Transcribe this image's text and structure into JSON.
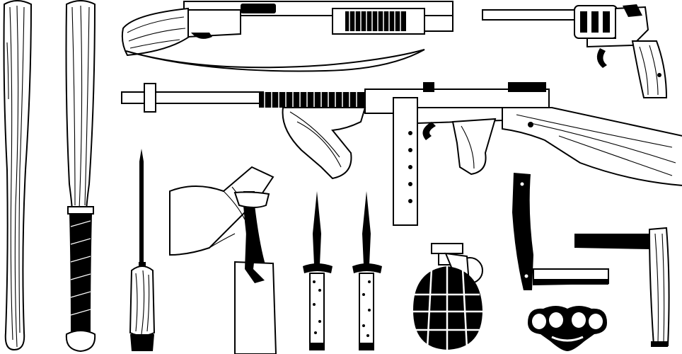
{
  "title": "",
  "colors": {
    "ink": "#000000",
    "paper": "#ffffff"
  },
  "items": [
    {
      "id": "baseball-bat",
      "icon": "baseball-bat-icon"
    },
    {
      "id": "spiked-bat",
      "icon": "taped-bat-icon"
    },
    {
      "id": "pump-shotgun",
      "icon": "pump-shotgun-icon"
    },
    {
      "id": "revolver",
      "icon": "revolver-icon"
    },
    {
      "id": "tommy-gun",
      "icon": "tommy-gun-icon"
    },
    {
      "id": "ice-pick",
      "icon": "ice-pick-icon"
    },
    {
      "id": "molotov",
      "icon": "molotov-cocktail-icon"
    },
    {
      "id": "stiletto-1",
      "icon": "stiletto-knife-icon"
    },
    {
      "id": "stiletto-2",
      "icon": "stiletto-knife-icon"
    },
    {
      "id": "grenade",
      "icon": "hand-grenade-icon"
    },
    {
      "id": "straight-razor-closed",
      "icon": "straight-razor-icon"
    },
    {
      "id": "straight-razor-open",
      "icon": "straight-razor-open-icon"
    },
    {
      "id": "brass-knuckles",
      "icon": "brass-knuckles-icon"
    }
  ]
}
